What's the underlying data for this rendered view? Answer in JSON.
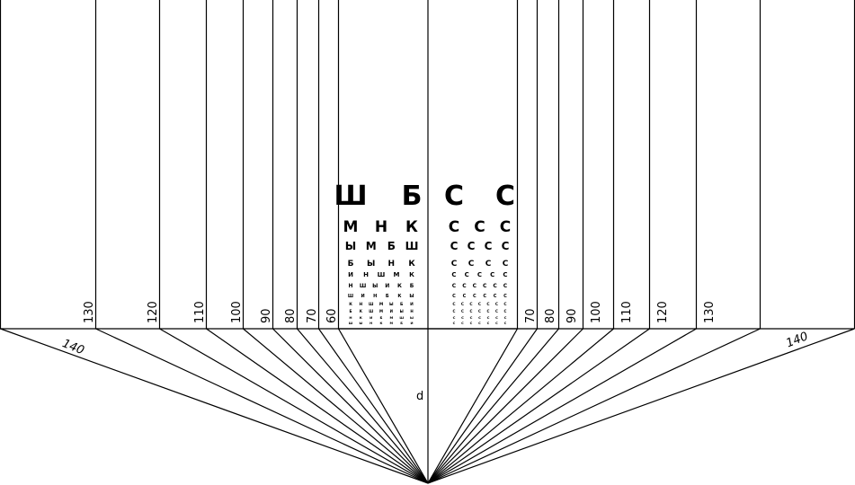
{
  "diagram": {
    "left_labels": [
      "140",
      "130",
      "120",
      "110",
      "100",
      "90",
      "80",
      "70",
      "60"
    ],
    "right_labels": [
      "70",
      "80",
      "90",
      "100",
      "110",
      "120",
      "130",
      "140"
    ],
    "distance_label": "d"
  },
  "sivtsev_table": {
    "rows": [
      [
        "Ш",
        "Б"
      ],
      [
        "М",
        "Н",
        "К"
      ],
      [
        "Ы",
        "М",
        "Б",
        "Ш"
      ],
      [
        "Б",
        "Ы",
        "Н",
        "К"
      ],
      [
        "И",
        "Н",
        "Ш",
        "М",
        "К"
      ],
      [
        "Н",
        "Ш",
        "Ы",
        "И",
        "К",
        "Б"
      ],
      [
        "Ш",
        "И",
        "Н",
        "Б",
        "К",
        "Ы"
      ],
      [
        "К",
        "Н",
        "Ш",
        "М",
        "Ы",
        "Б",
        "И"
      ],
      [
        "Б",
        "К",
        "Ш",
        "М",
        "И",
        "Ы",
        "Н"
      ],
      [
        "Н",
        "К",
        "И",
        "Б",
        "М",
        "Ш",
        "Ы"
      ],
      [
        "Ш",
        "Ы",
        "Н",
        "К",
        "М",
        "Б",
        "И"
      ],
      [
        "Ы",
        "И",
        "Н",
        "Ш",
        "Б",
        "К",
        "М"
      ],
      [
        "М",
        "Б",
        "Ш",
        "К",
        "И",
        "Н",
        "Ы"
      ]
    ]
  },
  "landolt_table": {
    "rows": [
      [
        "C",
        "C"
      ],
      [
        "C",
        "C",
        "C"
      ],
      [
        "C",
        "C",
        "C",
        "C"
      ],
      [
        "C",
        "C",
        "C",
        "C"
      ],
      [
        "C",
        "C",
        "C",
        "C",
        "C"
      ],
      [
        "C",
        "C",
        "C",
        "C",
        "C",
        "C"
      ],
      [
        "C",
        "C",
        "C",
        "C",
        "C",
        "C"
      ],
      [
        "C",
        "C",
        "C",
        "C",
        "C",
        "C",
        "C"
      ],
      [
        "C",
        "C",
        "C",
        "C",
        "C",
        "C",
        "C"
      ],
      [
        "C",
        "C",
        "C",
        "C",
        "C",
        "C",
        "C"
      ],
      [
        "C",
        "C",
        "C",
        "C",
        "C",
        "C",
        "C"
      ],
      [
        "C",
        "C",
        "C",
        "C",
        "C",
        "C",
        "C"
      ],
      [
        "C",
        "C",
        "C",
        "C",
        "C",
        "C",
        "C"
      ]
    ]
  }
}
